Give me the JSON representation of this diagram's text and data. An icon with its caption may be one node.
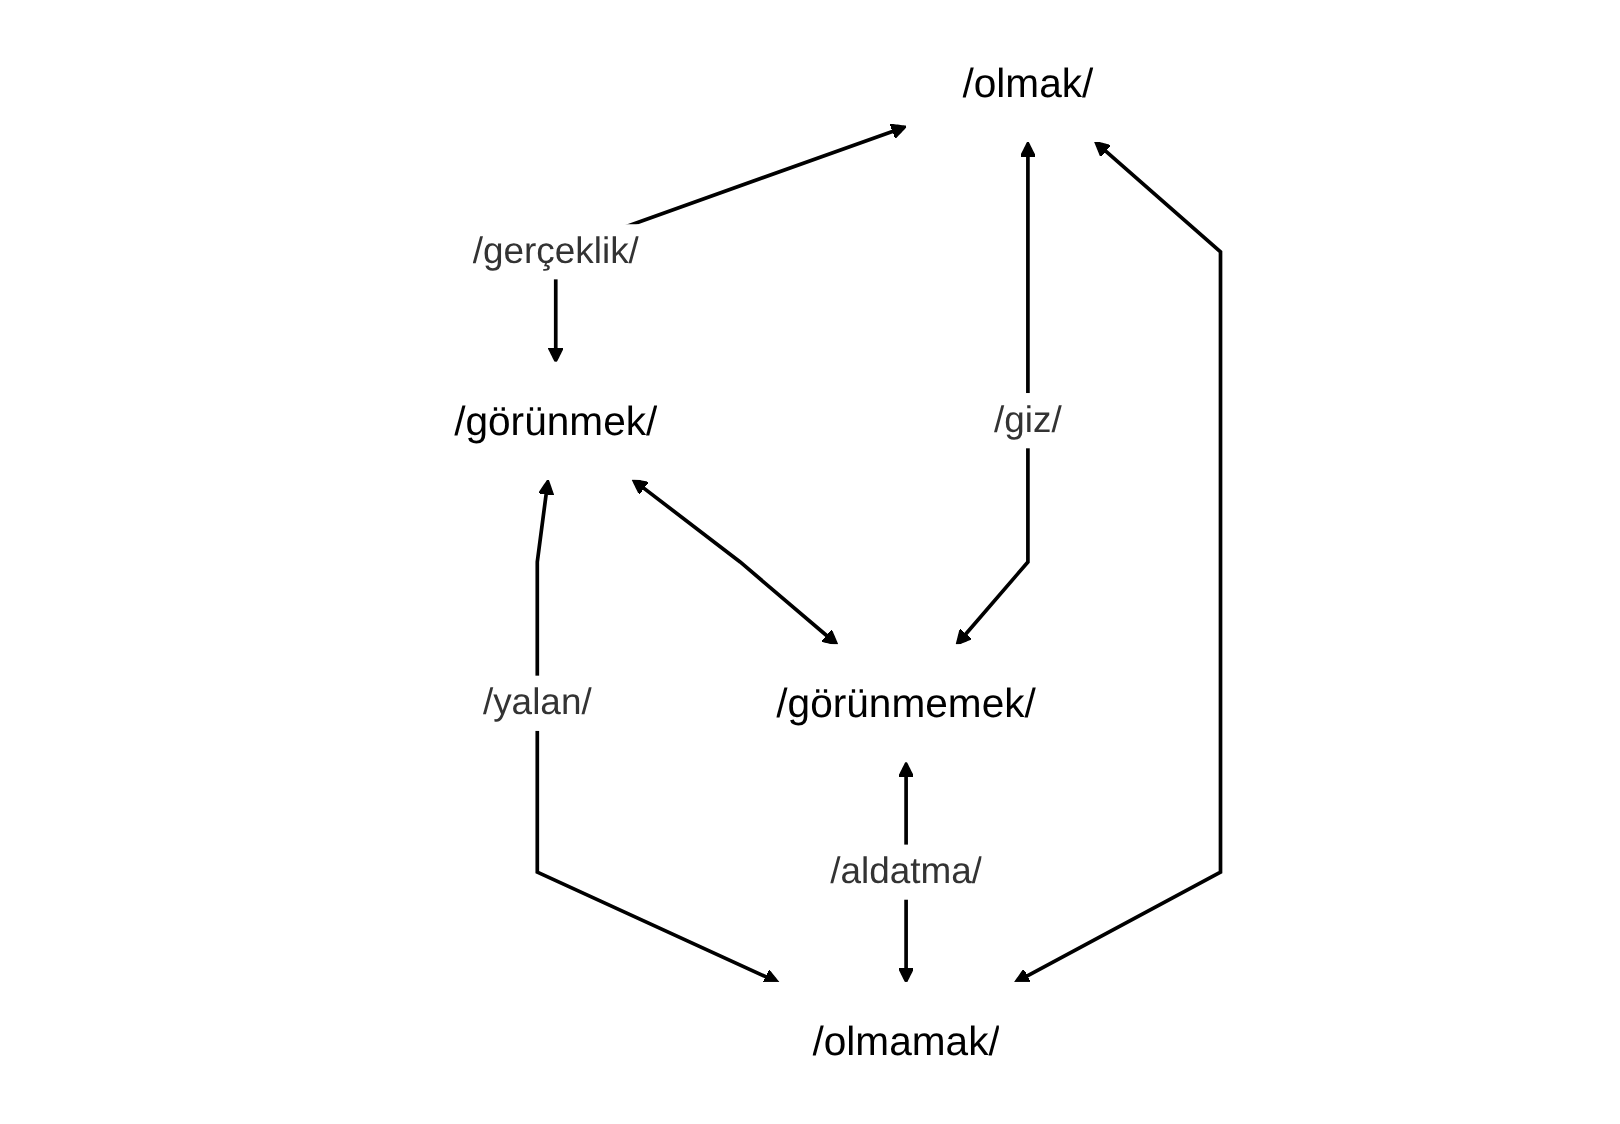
{
  "diagram": {
    "nodes": [
      {
        "text": [
          "/olmak/"
        ]
      },
      {
        "text": [
          "/görünmek/"
        ]
      },
      {
        "text": [
          "/görünmemek/"
        ]
      },
      {
        "text": [
          "/olmamak/"
        ]
      }
    ],
    "edges": [
      {
        "from": 0,
        "to": 1,
        "arrow": "both",
        "label": "/gerçeklik/"
      },
      {
        "from": 0,
        "to": 2,
        "arrow": "both",
        "label": "/giz/"
      },
      {
        "from": 1,
        "to": 3,
        "arrow": "both",
        "label": "/yalan/"
      },
      {
        "from": 2,
        "to": 3,
        "arrow": "both",
        "label": "/aldatma/"
      },
      {
        "from": 0,
        "to": 3,
        "arrow": "both"
      },
      {
        "from": 1,
        "to": 2,
        "arrow": "both"
      }
    ]
  }
}
